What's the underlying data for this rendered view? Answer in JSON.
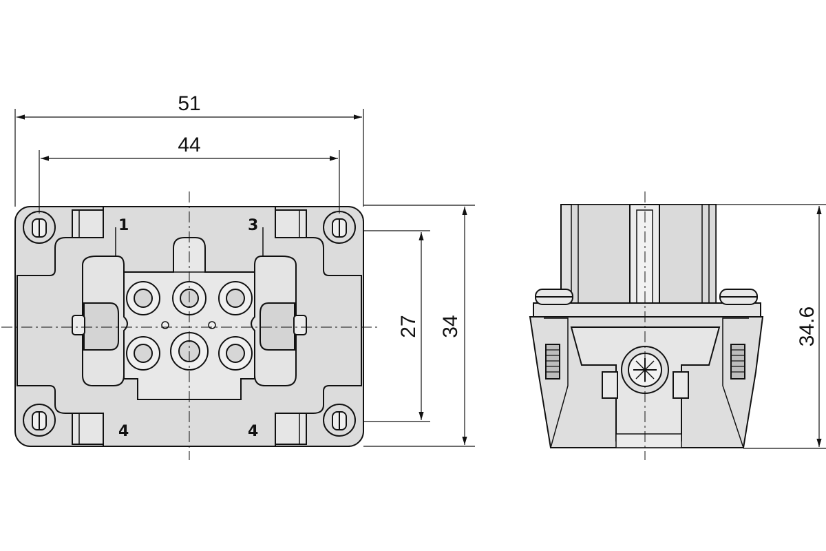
{
  "front_view": {
    "dimensions": {
      "overall_width": "51",
      "hole_spacing": "44",
      "hole_height": "27",
      "overall_height": "34"
    },
    "pin_labels": [
      "1",
      "3",
      "4",
      "4"
    ]
  },
  "side_view": {
    "dimensions": {
      "overall_height": "34.6"
    }
  },
  "colors": {
    "fill": "#dcdcdc",
    "line": "#111111"
  }
}
